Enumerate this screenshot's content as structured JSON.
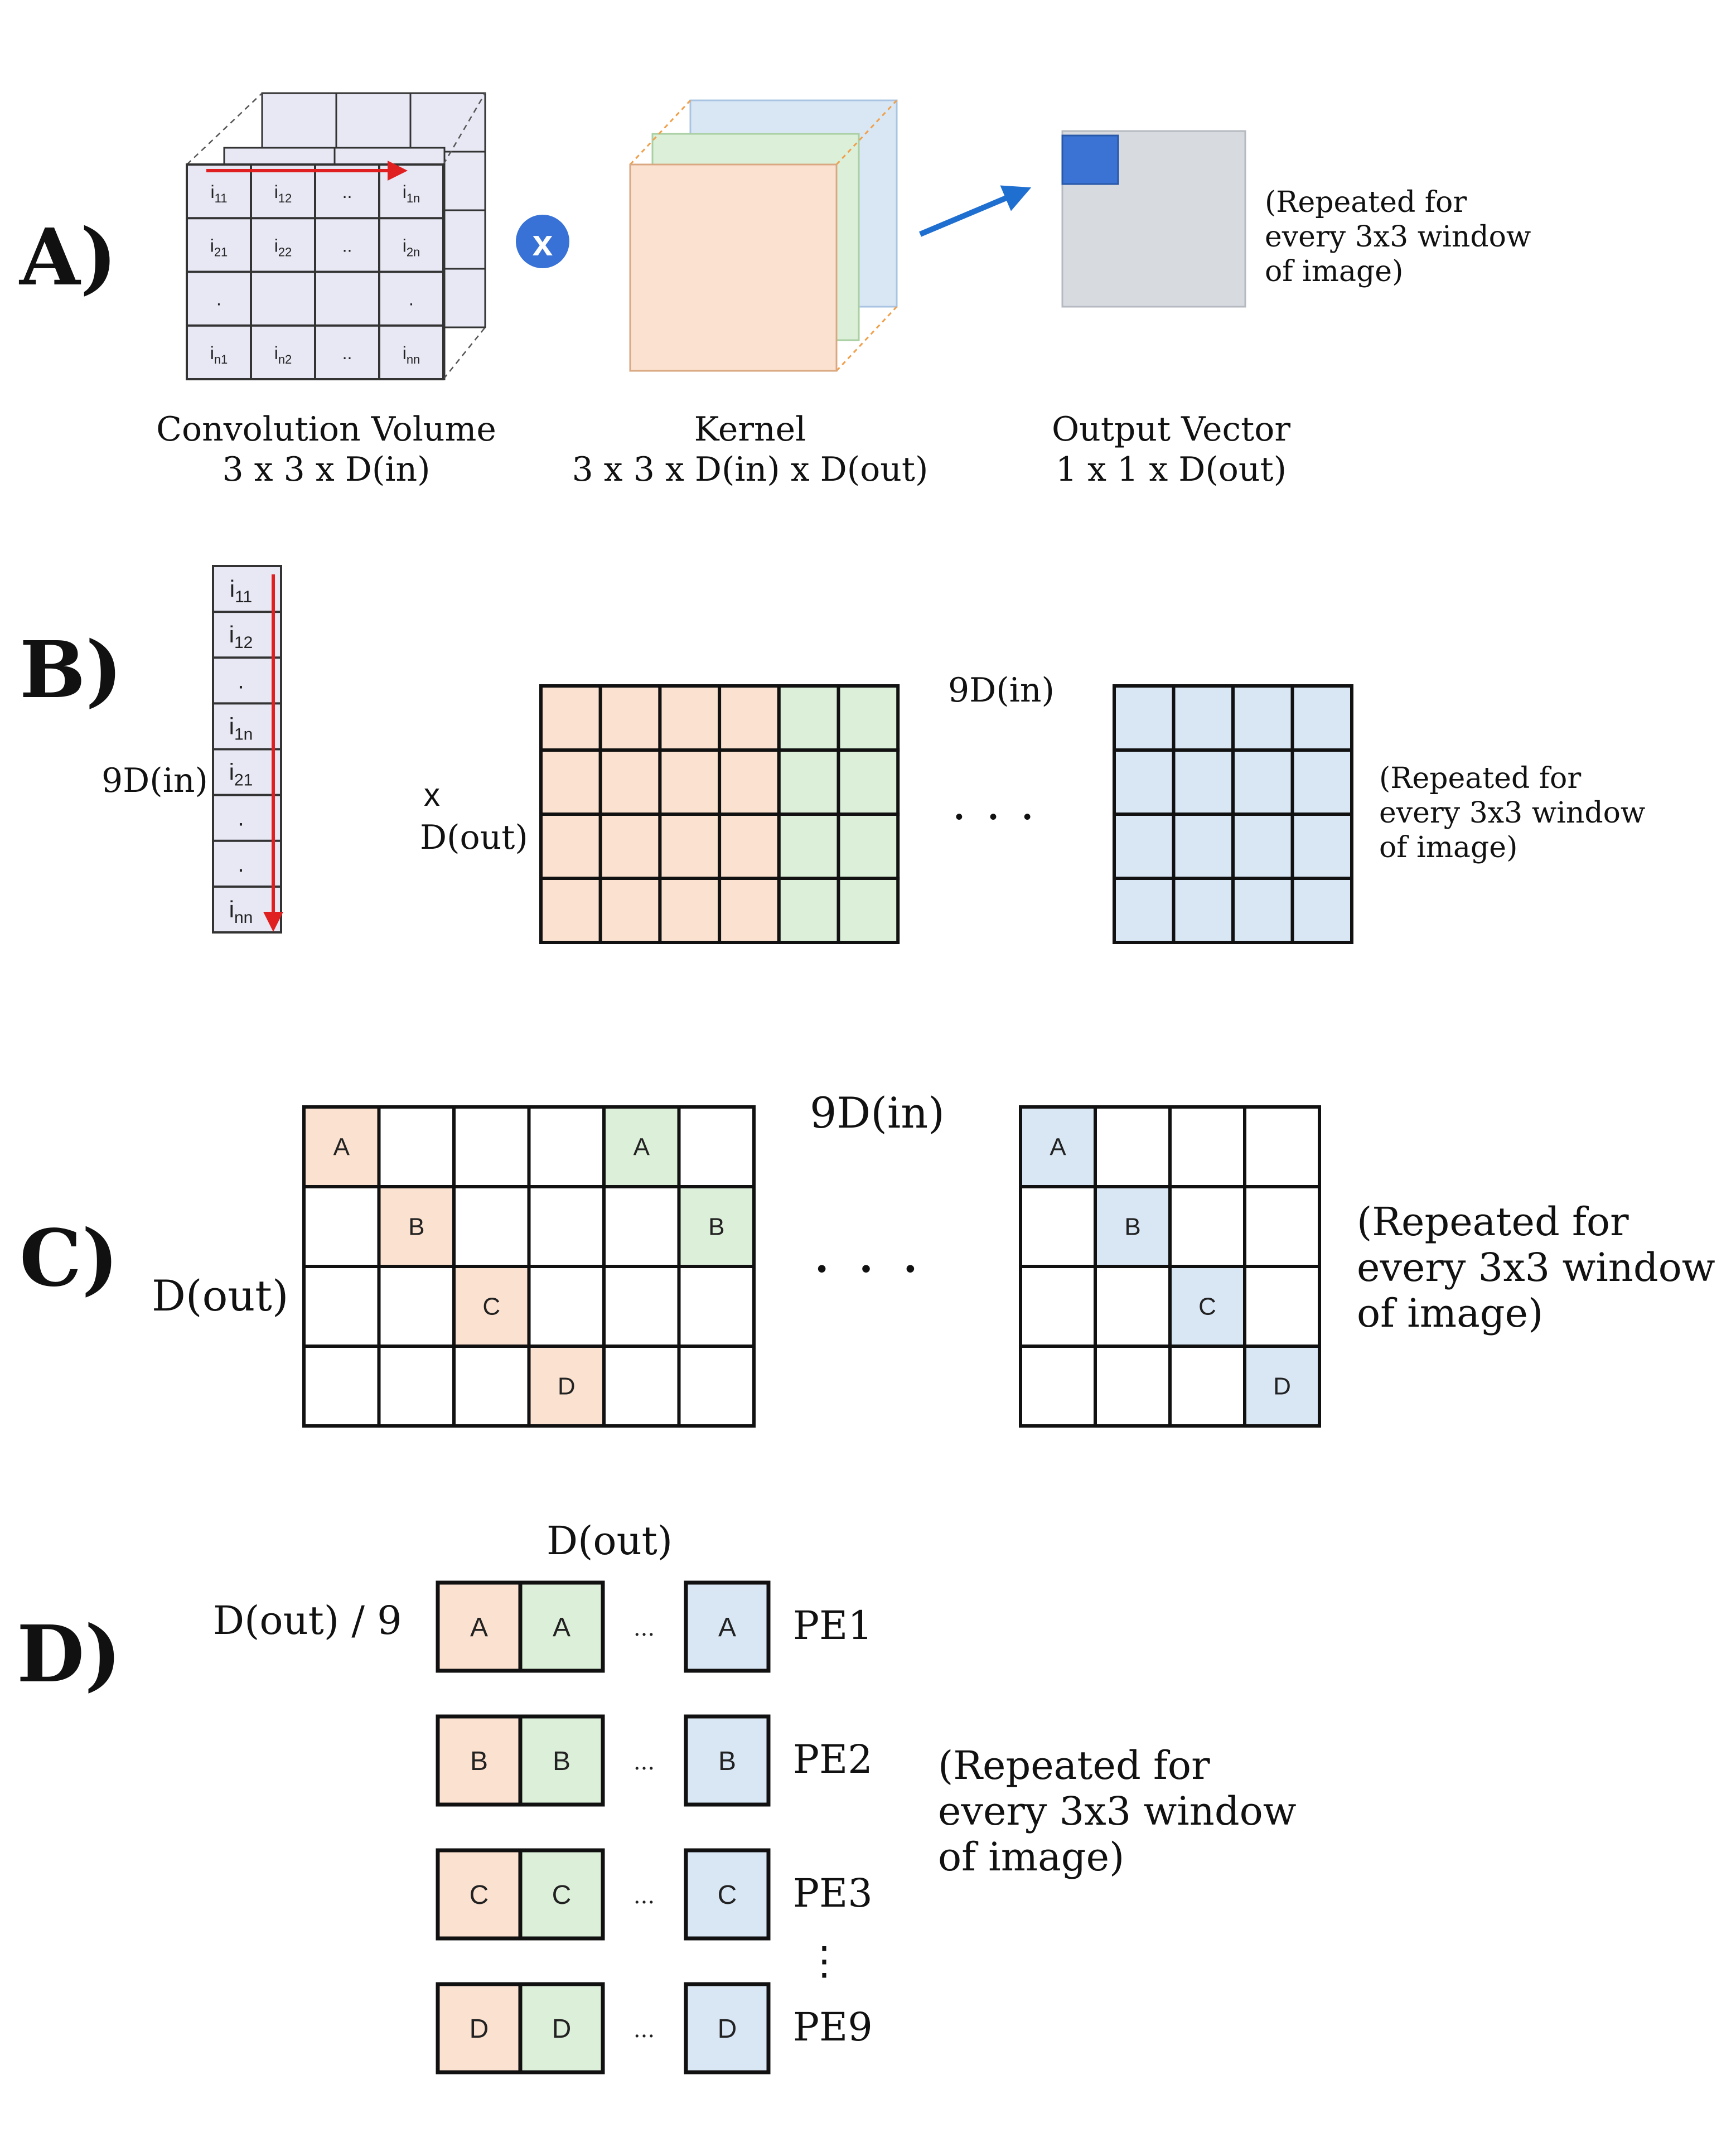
{
  "colors": {
    "peach": "#fbe1cf",
    "green": "#dcefd9",
    "blue": "#d9e7f5",
    "gray": "#d7dbe0",
    "output_block": "#3a73d4",
    "cube": "#e7e8f4",
    "arrow_red": "#e02020",
    "arrow_blue": "#1f6fd1",
    "x_circle": "#3872d6",
    "kernel_edge": "#f0a04b"
  },
  "panel_a": {
    "label": "A)",
    "times_symbol": "x",
    "conv_title": "Convolution Volume",
    "conv_dims": "3 x 3 x D(in)",
    "kernel_title": "Kernel",
    "kernel_dims": "3 x 3 x D(in) x D(out)",
    "output_title": "Output Vector",
    "output_dims": "1 x 1 x D(out)",
    "repeat_note": [
      "(Repeated for",
      "every 3x3 window",
      "of image)"
    ],
    "cube_cells": [
      [
        {
          "b": "i",
          "s": "11"
        },
        {
          "b": "i",
          "s": "12"
        },
        {
          "b": "..",
          "s": ""
        },
        {
          "b": "i",
          "s": "1n"
        }
      ],
      [
        {
          "b": "i",
          "s": "21"
        },
        {
          "b": "i",
          "s": "22"
        },
        {
          "b": "..",
          "s": ""
        },
        {
          "b": "i",
          "s": "2n"
        }
      ],
      [
        {
          "b": ".",
          "s": ""
        },
        {
          "b": "",
          "s": ""
        },
        {
          "b": "",
          "s": ""
        },
        {
          "b": ".",
          "s": ""
        }
      ],
      [
        {
          "b": "i",
          "s": "n1"
        },
        {
          "b": "i",
          "s": "n2"
        },
        {
          "b": "..",
          "s": ""
        },
        {
          "b": "i",
          "s": "nn"
        }
      ]
    ]
  },
  "panel_b": {
    "label": "B)",
    "column_label": "9D(in)",
    "column_cells": [
      {
        "b": "i",
        "s": "11"
      },
      {
        "b": "i",
        "s": "12"
      },
      {
        "b": ".",
        "s": ""
      },
      {
        "b": "i",
        "s": "1n"
      },
      {
        "b": "i",
        "s": "21"
      },
      {
        "b": ".",
        "s": ""
      },
      {
        "b": ".",
        "s": ""
      },
      {
        "b": "i",
        "s": "nn"
      }
    ],
    "times_symbol": "x",
    "dout_label": "D(out)",
    "top_label": "9D(in)",
    "ellipsis": "• • •",
    "repeat_note": [
      "(Repeated for",
      "every 3x3 window",
      "of image)"
    ]
  },
  "panel_c": {
    "label": "C)",
    "dout_label": "D(out)",
    "top_label": "9D(in)",
    "ellipsis": "• • •",
    "left_matrix": [
      [
        "A",
        "",
        "",
        "",
        "A",
        ""
      ],
      [
        "",
        "B",
        "",
        "",
        "",
        "B"
      ],
      [
        "",
        "",
        "C",
        "",
        "",
        ""
      ],
      [
        "",
        "",
        "",
        "D",
        "",
        ""
      ]
    ],
    "right_matrix": [
      [
        "A",
        "",
        "",
        ""
      ],
      [
        "",
        "B",
        "",
        ""
      ],
      [
        "",
        "",
        "C",
        ""
      ],
      [
        "",
        "",
        "",
        "D"
      ]
    ],
    "repeat_note": [
      "(Repeated for",
      "every 3x3 window",
      "of image)"
    ]
  },
  "panel_d": {
    "label": "D)",
    "top_label": "D(out)",
    "left_label": "D(out) / 9",
    "rows": [
      {
        "letter": "A",
        "pe": "PE1"
      },
      {
        "letter": "B",
        "pe": "PE2"
      },
      {
        "letter": "C",
        "pe": "PE3"
      },
      {
        "letter": "D",
        "pe": "PE9"
      }
    ],
    "mid_ellipsis": "...",
    "vertical_ellipsis": "⋮",
    "repeat_note": [
      "(Repeated for",
      "every 3x3 window",
      "of image)"
    ]
  }
}
